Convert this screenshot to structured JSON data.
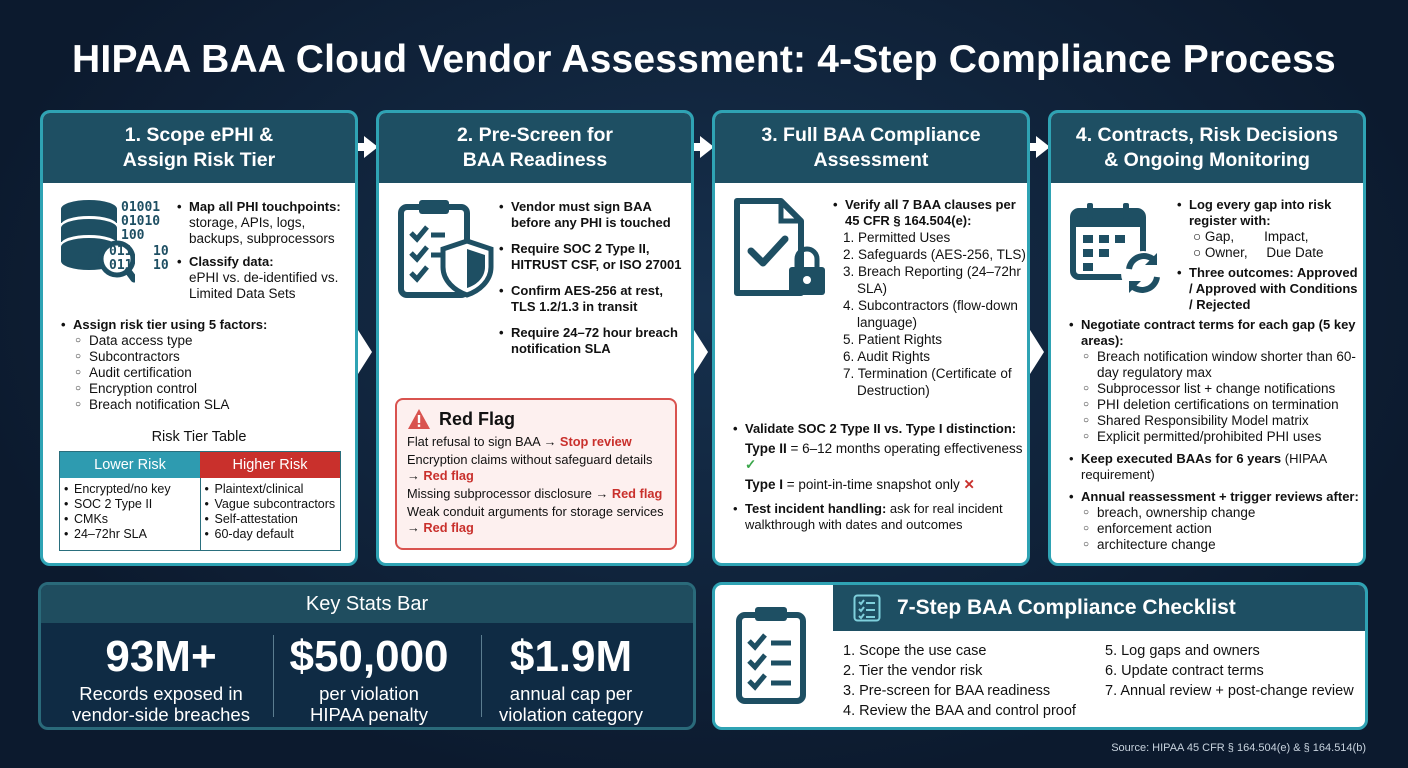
{
  "title": "HIPAA BAA Cloud Vendor Assessment: 4-Step Compliance Process",
  "colors": {
    "teal_header": "#1e4f63",
    "accent_teal": "#2fa3b4",
    "red": "#c9302c",
    "lower_risk": "#2e9bb0",
    "higher_risk": "#c9302c"
  },
  "steps": [
    {
      "heading": "1. Scope ePHI &\nAssign Risk Tier",
      "icon": "database-magnifier-icon",
      "binary_1": "01001\n01010\n100",
      "binary_2": "011\n011",
      "binary_3": "10\n10",
      "bullet1_title": "Map all PHI touchpoints:",
      "bullet1_text": "storage, APIs, logs, backups, subprocessors",
      "bullet2_title": "Classify data:",
      "bullet2_text": "ePHI vs. de-identified vs. Limited Data Sets",
      "bullet3_title": "Assign risk tier using 5 factors:",
      "factors": [
        "Data access type",
        "Subcontractors",
        "Audit certification",
        "Encryption control",
        "Breach notification SLA"
      ],
      "table_title": "Risk Tier Table",
      "lower_label": "Lower Risk",
      "higher_label": "Higher Risk",
      "lower_items": [
        "Encrypted/no key",
        "SOC 2 Type II",
        "CMKs",
        "24–72hr SLA"
      ],
      "higher_items": [
        "Plaintext/clinical",
        "Vague subcontractors",
        "Self-attestation",
        "60-day default"
      ]
    },
    {
      "heading": "2. Pre-Screen for\nBAA Readiness",
      "icon": "clipboard-shield-icon",
      "bullets": [
        "Vendor must sign BAA before any PHI is touched",
        "Require SOC 2 Type II, HITRUST CSF, or ISO 27001",
        "Confirm AES-256 at rest, TLS 1.2/1.3 in transit",
        "Require 24–72 hour breach notification SLA"
      ],
      "redflag_title": "Red Flag",
      "redflags": [
        {
          "text": "Flat refusal to sign BAA → ",
          "flag": "Stop review"
        },
        {
          "text": "Encryption claims without safeguard details → ",
          "flag": "Red flag"
        },
        {
          "text": "Missing subprocessor disclosure → ",
          "flag": "Red flag"
        },
        {
          "text": "Weak conduit arguments for storage services → ",
          "flag": "Red flag"
        }
      ]
    },
    {
      "heading": "3. Full BAA Compliance\nAssessment",
      "icon": "document-check-lock-icon",
      "bullet1": "Verify all 7 BAA clauses per 45 CFR § 164.504(e):",
      "clauses": [
        "1. Permitted Uses",
        "2. Safeguards (AES-256, TLS)",
        "3. Breach Reporting (24–72hr SLA)",
        "4. Subcontractors (flow-down language)",
        "5. Patient Rights",
        "6. Audit Rights",
        "7. Termination (Certificate of Destruction)"
      ],
      "bullet2": "Validate SOC 2 Type II vs. Type I distinction:",
      "type2_label": "Type II",
      "type2_text": " = 6–12 months operating effectiveness",
      "type1_label": "Type I",
      "type1_text": " = point-in-time snapshot only",
      "bullet3_title": "Test incident handling:",
      "bullet3_text": " ask for real incident walkthrough with dates and outcomes"
    },
    {
      "heading": "4. Contracts, Risk Decisions\n& Ongoing Monitoring",
      "icon": "calendar-refresh-icon",
      "bullet1": "Log every gap into risk register with:",
      "register_row1": "Gap,        Impact,",
      "register_row2": "Owner,     Due Date",
      "bullet2": "Three outcomes: Approved / Approved with Conditions / Rejected",
      "bullet3": "Negotiate contract terms for each gap (5 key areas):",
      "areas": [
        "Breach notification window shorter than 60-day regulatory max",
        "Subprocessor list + change notifications",
        "PHI deletion certifications on termination",
        "Shared Responsibility Model matrix",
        "Explicit permitted/prohibited PHI uses"
      ],
      "bullet4_title": "Keep executed BAAs for 6 years",
      "bullet4_text": " (HIPAA requirement)",
      "bullet5": "Annual reassessment + trigger reviews after:",
      "triggers": [
        "breach, ownership change",
        "enforcement action",
        "architecture change"
      ]
    }
  ],
  "stats": {
    "heading": "Key Stats Bar",
    "items": [
      {
        "value": "93M+",
        "label": "Records exposed in\nvendor-side breaches"
      },
      {
        "value": "$50,000",
        "label": "per violation\nHIPAA penalty"
      },
      {
        "value": "$1.9M",
        "label": "annual cap per\nviolation category"
      }
    ]
  },
  "checklist": {
    "heading": "7-Step BAA Compliance Checklist",
    "col1": [
      "1. Scope the use case",
      "2. Tier the vendor risk",
      "3. Pre-screen for BAA readiness",
      "4. Review the BAA and control proof"
    ],
    "col2": [
      "5. Log gaps and owners",
      "6. Update contract terms",
      "7. Annual review + post-change review"
    ]
  },
  "source": "Source: HIPAA 45 CFR § 164.504(e) & § 164.514(b)"
}
